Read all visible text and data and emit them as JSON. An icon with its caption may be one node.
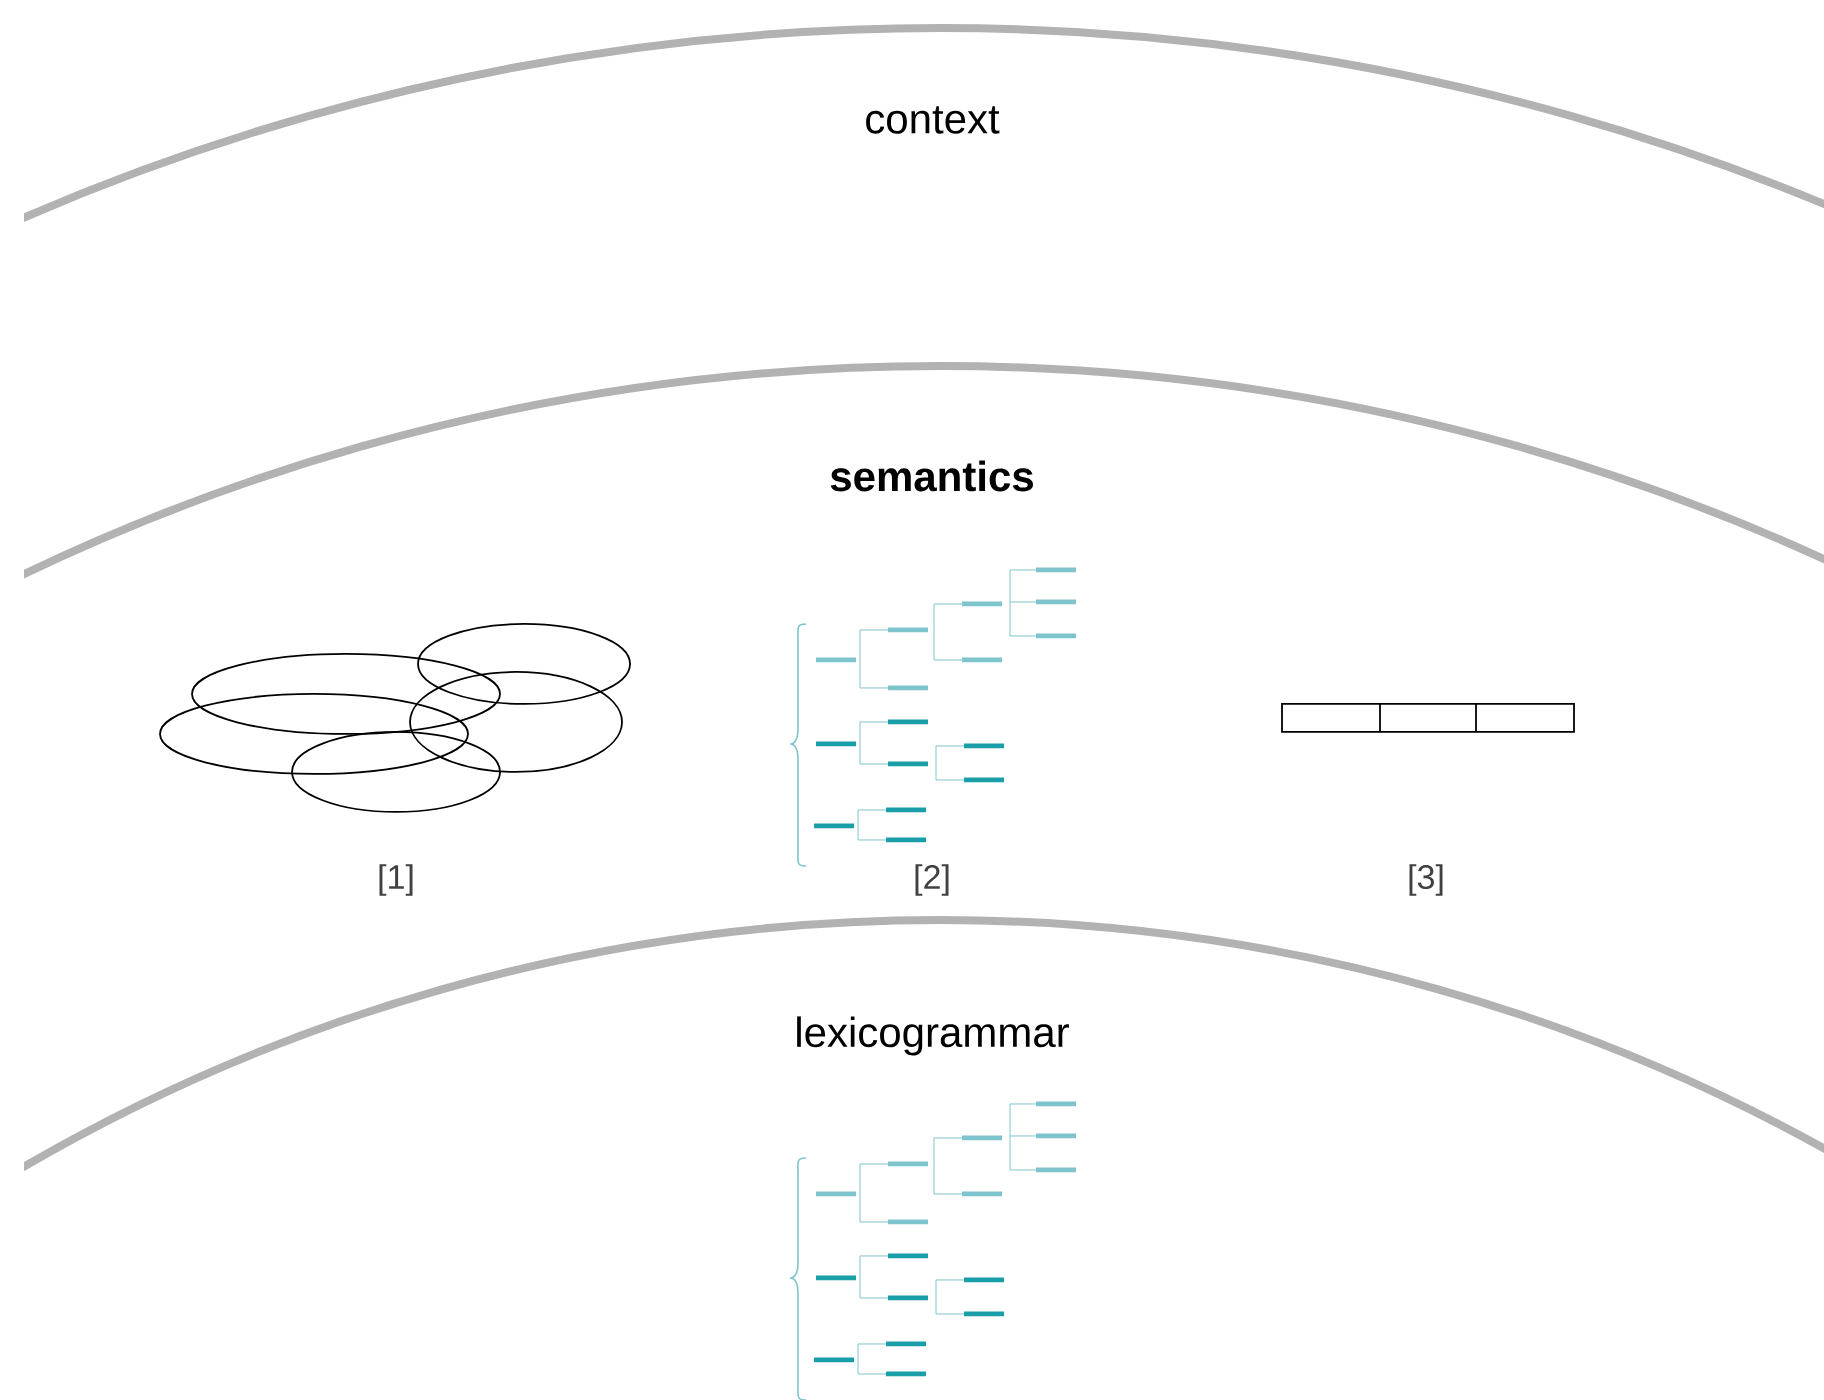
{
  "diagram": {
    "labels": [
      "context",
      "semantics",
      "[1]",
      "[2]",
      "[3]",
      "lexicogrammar"
    ]
  }
}
